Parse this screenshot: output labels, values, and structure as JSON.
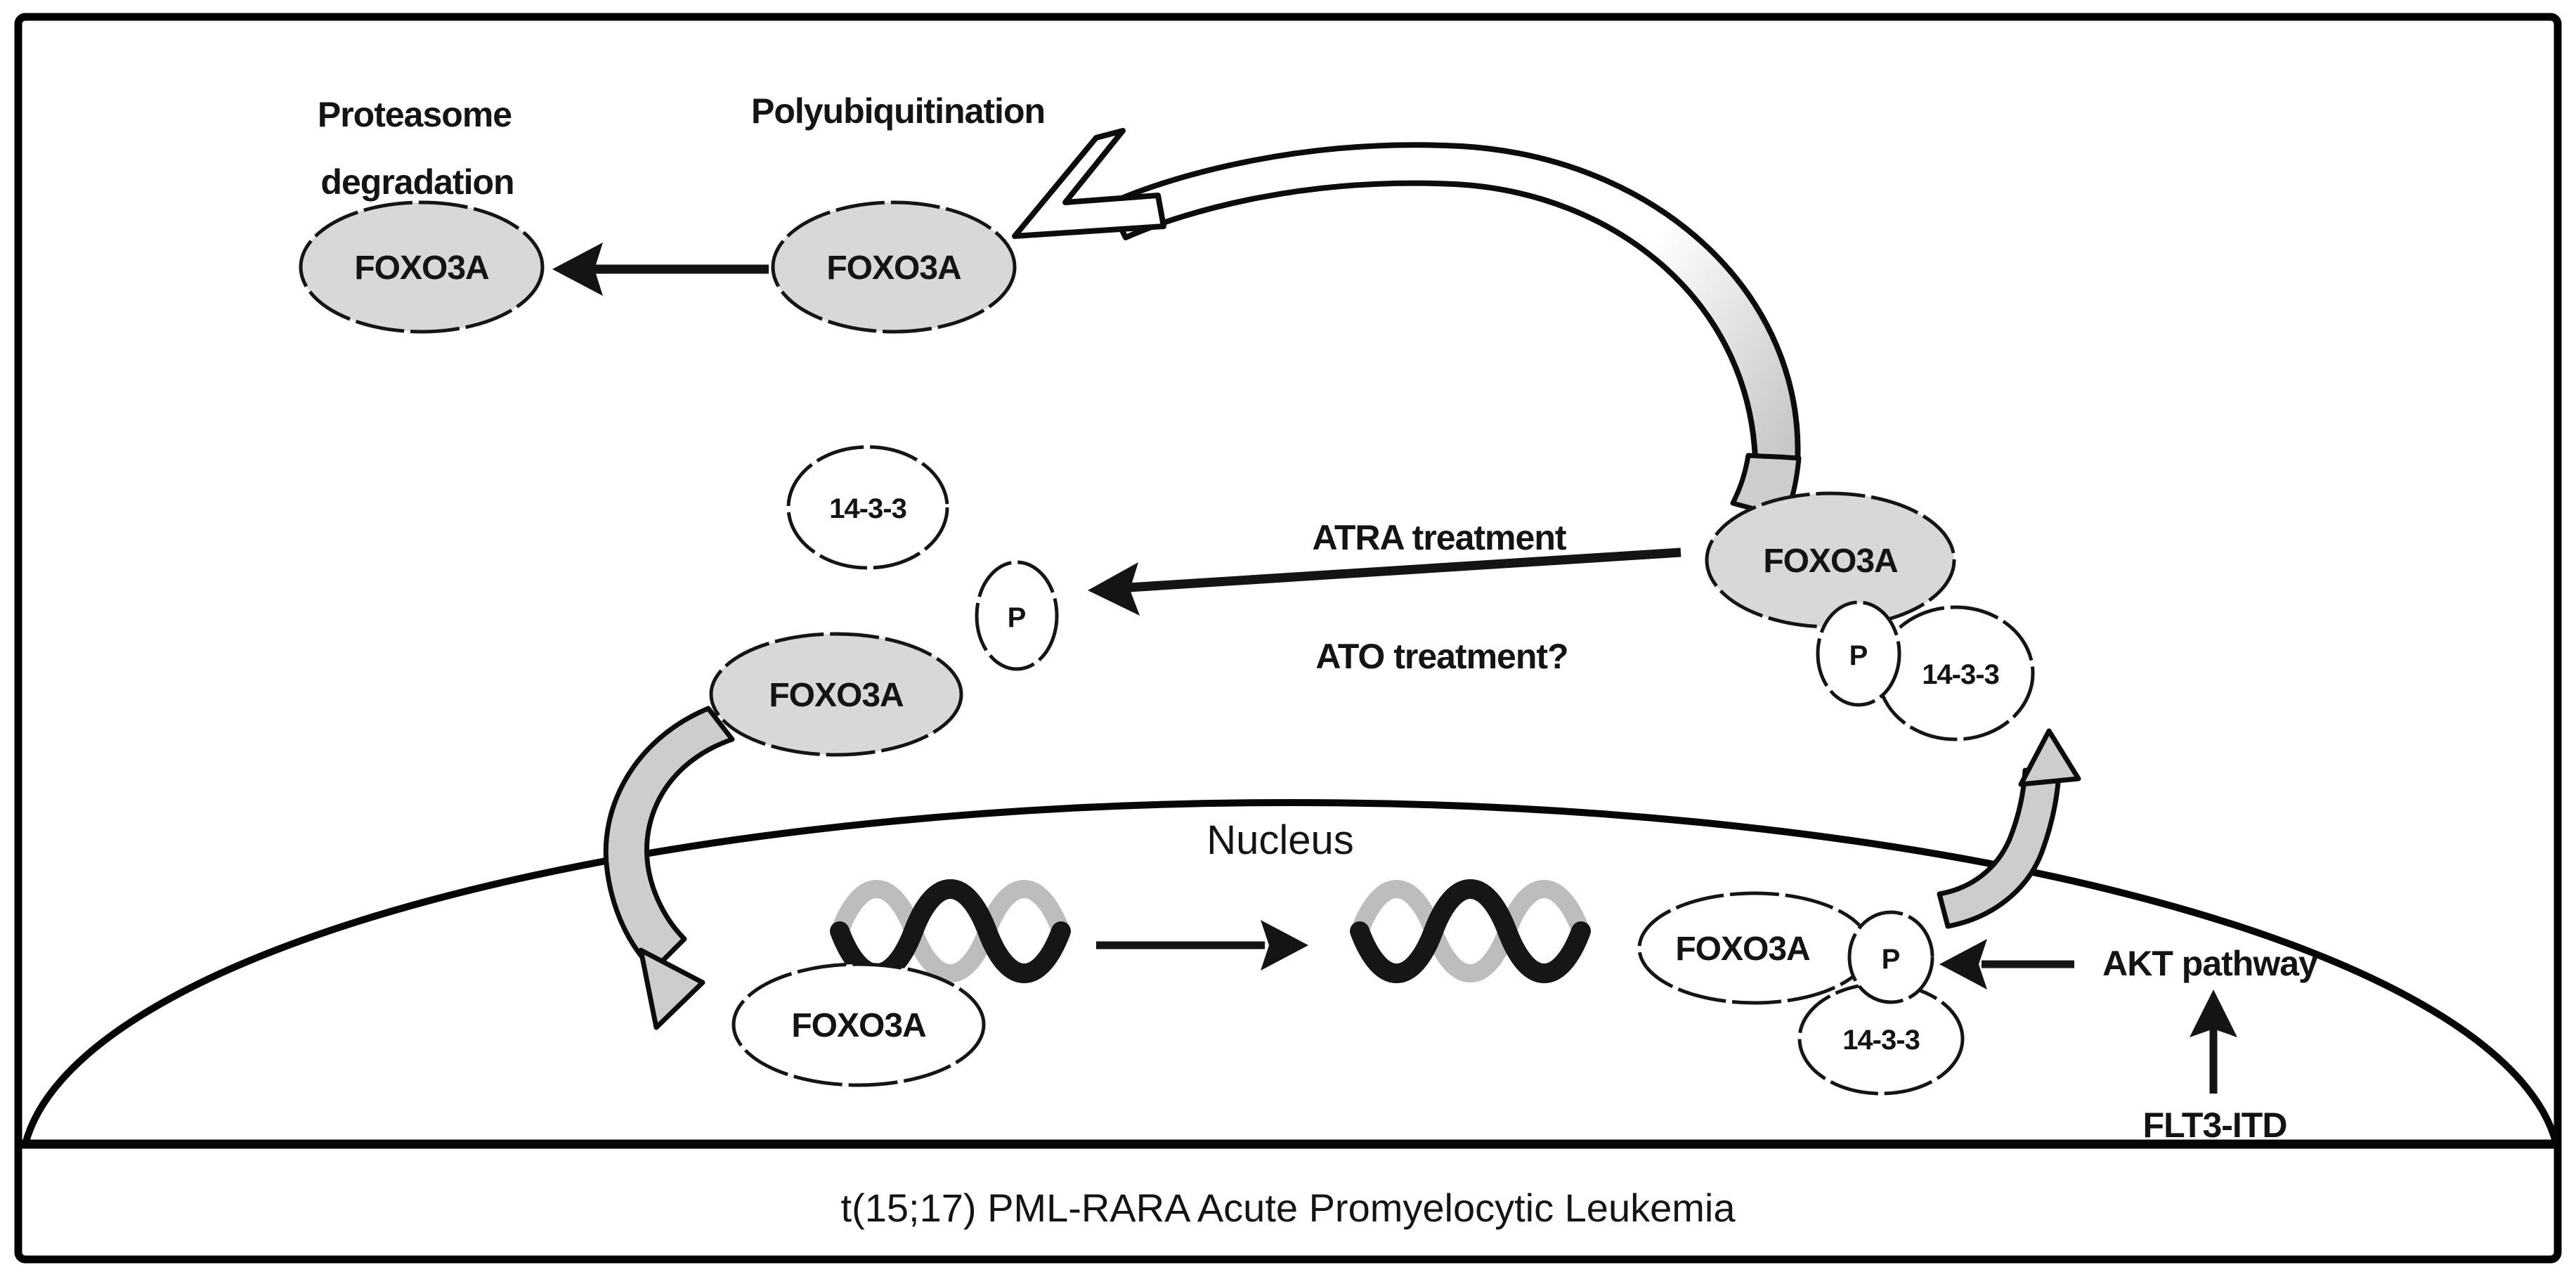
{
  "figure": {
    "labels": {
      "proteasome_line1": "Proteasome",
      "proteasome_line2": "degradation",
      "polyubiquitination": "Polyubiquitination",
      "atra_treatment": "ATRA treatment",
      "ato_treatment": "ATO treatment?",
      "nucleus": "Nucleus",
      "akt_pathway": "AKT pathway",
      "flt3_itd": "FLT3-ITD",
      "caption": "t(15;17) PML-RARA Acute Promyelocytic Leukemia"
    },
    "nodes": {
      "foxo3a_degraded": "FOXO3A",
      "foxo3a_ubiquitinated": "FOXO3A",
      "foxo3a_cytoplasm_free": "FOXO3A",
      "foxo3a_cytoplasm_complex": "FOXO3A",
      "foxo3a_nucleus_free": "FOXO3A",
      "foxo3a_nucleus_complex": "FOXO3A",
      "p_free": "P",
      "p_cytoplasm_complex": "P",
      "p_nucleus_complex": "P",
      "p1433_free": "14-3-3",
      "p1433_cytoplasm_complex": "14-3-3",
      "p1433_nucleus_complex": "14-3-3"
    },
    "colors": {
      "background": "#ffffff",
      "outline_black": "#141414",
      "node_gray_fill": "#d8d8d8",
      "node_white_fill": "#ffffff",
      "curved_arrow_gray": "#cdcdcd",
      "dna_light_strand": "#bdbdbd",
      "dna_dark_strand": "#161616"
    }
  }
}
